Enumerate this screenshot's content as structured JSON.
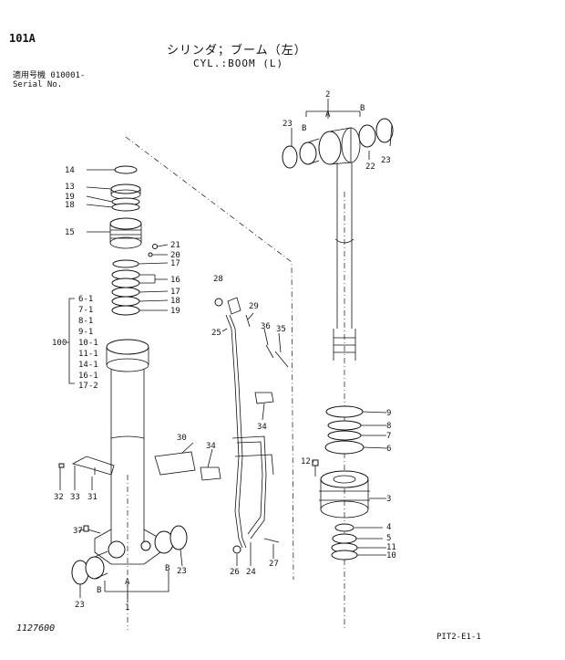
{
  "header": {
    "page_code": "101A",
    "title_jp": "シリンダ；ブーム（左）",
    "title_en": "CYL.:BOOM (L)",
    "serial_jp": "適用号機 010001-",
    "serial_en": "Serial No."
  },
  "footer": {
    "drawing_number": "1127600",
    "reference_code": "PIT2-E1-1"
  },
  "callouts": {
    "c1": "1",
    "c2": "2",
    "c3": "3",
    "c4": "4",
    "c5": "5",
    "c6": "6",
    "c7": "7",
    "c8": "8",
    "c9": "9",
    "c10": "10",
    "c11": "11",
    "c12": "12",
    "c13": "13",
    "c14": "14",
    "c15": "15",
    "c16": "16",
    "c17": "17",
    "c18": "18",
    "c19": "19",
    "c20": "20",
    "c21": "21",
    "c22": "22",
    "c23": "23",
    "c24": "24",
    "c25": "25",
    "c26": "26",
    "c27": "27",
    "c28": "28",
    "c29": "29",
    "c30": "30",
    "c31": "31",
    "c32": "32",
    "c33": "33",
    "c34": "34",
    "c35": "35",
    "c36": "36",
    "c37": "37",
    "c100": "100",
    "kit": [
      "6-1",
      "7-1",
      "8-1",
      "9-1",
      "10-1",
      "11-1",
      "14-1",
      "16-1",
      "17-2"
    ],
    "A": "A",
    "B": "B"
  }
}
